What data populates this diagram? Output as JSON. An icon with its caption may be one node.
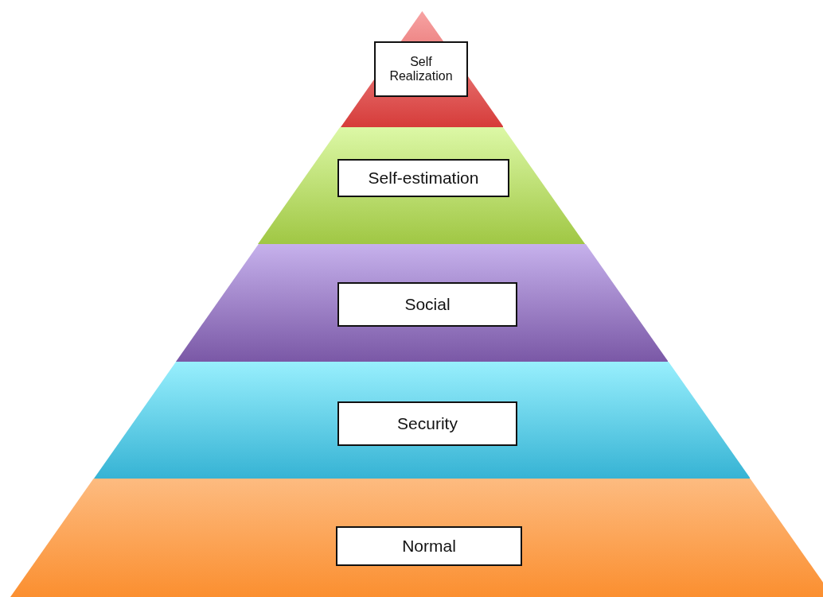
{
  "diagram": {
    "nodes": [
      {
        "text": [
          "Self Realization"
        ]
      },
      {
        "text": [
          "Self-estimation"
        ]
      },
      {
        "text": [
          "Social"
        ]
      },
      {
        "text": [
          "Security"
        ]
      },
      {
        "text": [
          "Normal"
        ]
      }
    ]
  }
}
